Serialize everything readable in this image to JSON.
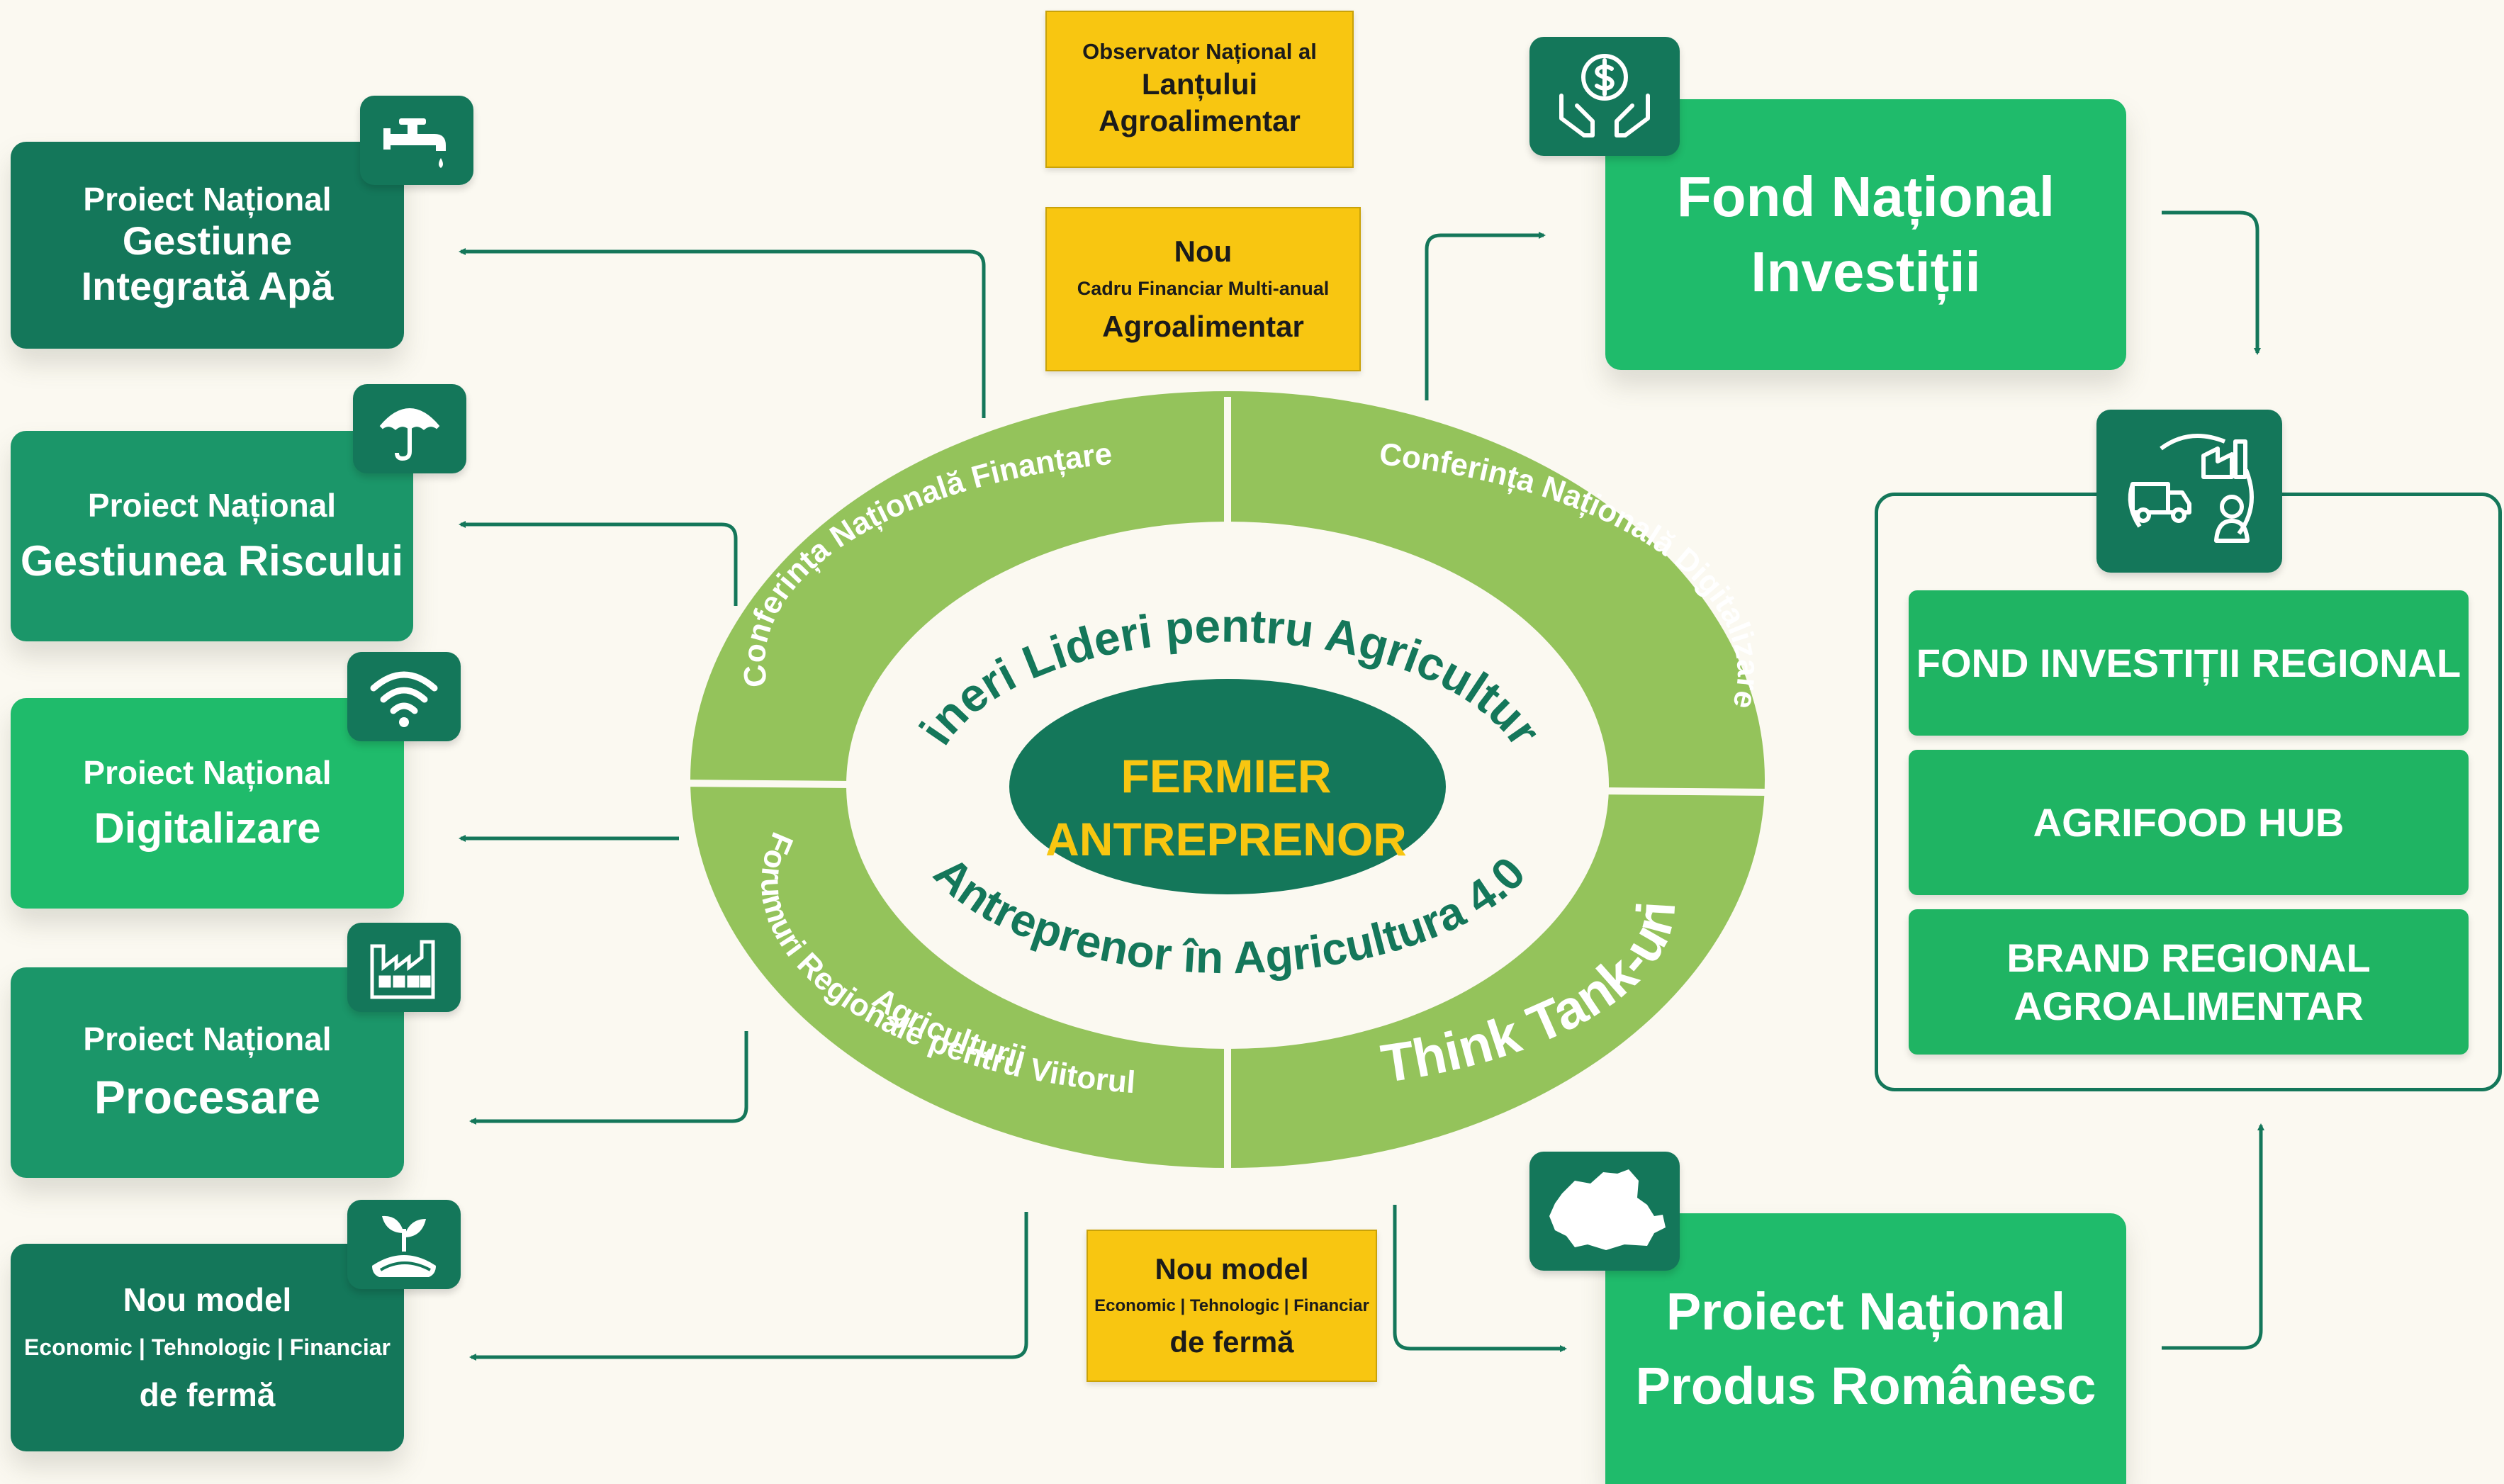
{
  "center": {
    "line1": "FERMIER",
    "line2": "ANTREPRENOR"
  },
  "ring": {
    "inner_top": "Tineri Lideri  pentru Agricultură",
    "inner_bottom": "Antreprenor în Agricultura 4.0",
    "outer_top_left": "Conferința Națională Finanțare",
    "outer_top_right": "Conferința Națională Digitalizare",
    "outer_bottom_left_1": "Forumuri Regionale pentru Viitorul",
    "outer_bottom_left_2": "Agriculturii",
    "outer_bottom_right": "Think Tank-uri"
  },
  "left": [
    {
      "icon": "faucet-icon",
      "small": "Proiect Național",
      "l1": "Gestiune",
      "l2": "Integrată Apă"
    },
    {
      "icon": "umbrella-icon",
      "small": "Proiect Național",
      "big": "Gestiunea Riscului"
    },
    {
      "icon": "wifi-icon",
      "small": "Proiect Național",
      "big": "Digitalizare"
    },
    {
      "icon": "factory-icon",
      "small": "Proiect Național",
      "big": "Procesare"
    },
    {
      "icon": "plant-icon",
      "top": "Nou model",
      "mid": "Economic | Tehnologic | Financiar",
      "bot": "de fermă"
    }
  ],
  "top_boxes": [
    {
      "l1": "Observator Național al",
      "l2": "Lanțului",
      "l3": "Agroalimentar"
    },
    {
      "l1": "Nou",
      "l2": "Cadru Financiar Multi-anual",
      "l3": "Agroalimentar"
    }
  ],
  "bottom_box": {
    "l1": "Nou model",
    "l2": "Economic | Tehnologic | Financiar",
    "l3": "de fermă"
  },
  "fond": {
    "icon": "money-hands-icon",
    "l1": "Fond Național",
    "l2": "Investiții"
  },
  "produs": {
    "icon": "romania-map-icon",
    "l1": "Proiect Național",
    "l2": "Produs Românesc"
  },
  "regional": {
    "icon": "logistics-icon",
    "items": [
      "FOND INVESTIȚII REGIONAL",
      "AGRIFOOD HUB",
      "BRAND REGIONAL",
      "AGROALIMENTAR"
    ]
  },
  "colors": {
    "dark": "#14775a",
    "mid": "#1b9669",
    "bright": "#1fbb6b",
    "ring": "#94c35b",
    "yellow": "#f8c611",
    "bg": "#fbf9f1"
  }
}
